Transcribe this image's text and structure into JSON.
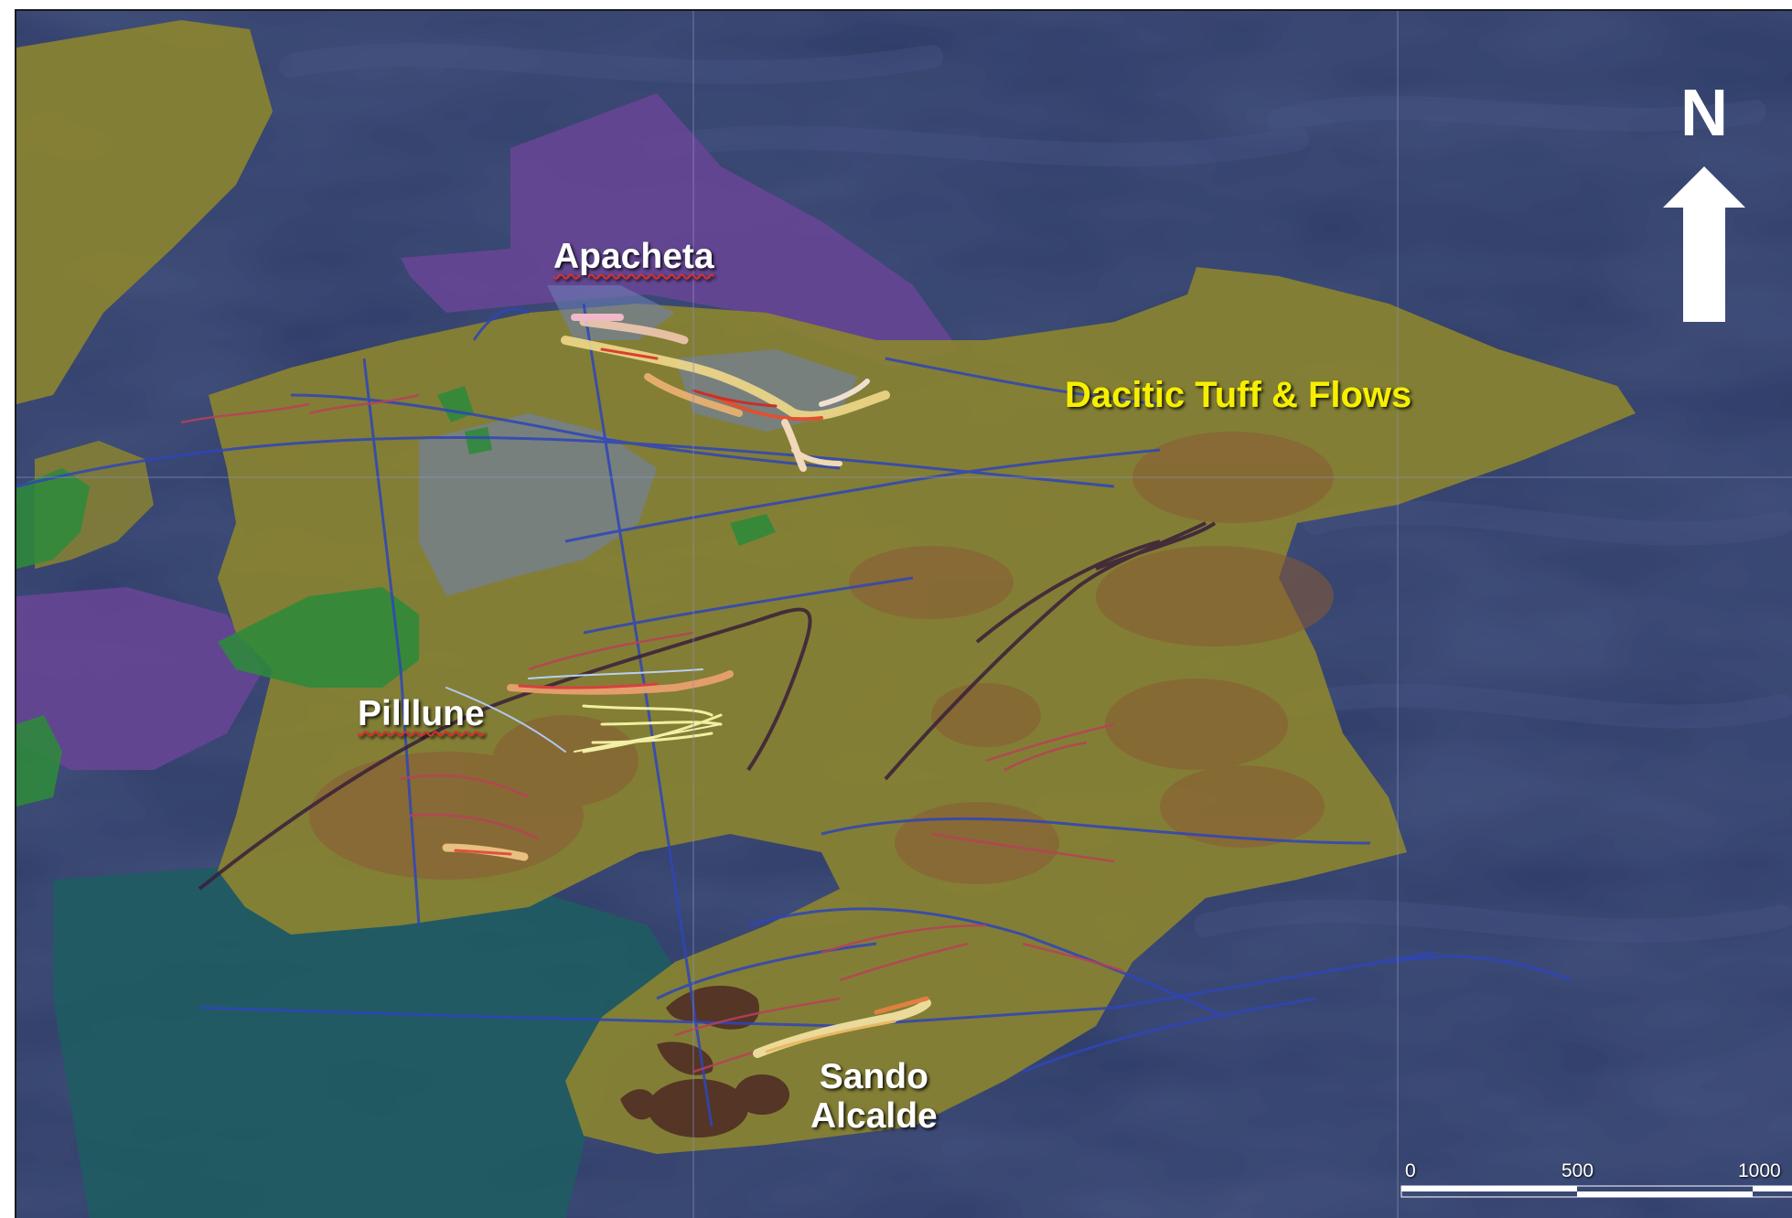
{
  "labels": {
    "apacheta": "Apacheta",
    "pilllune": "Pilllune",
    "sando_line1": "Sando",
    "sando_line2": "Alcalde",
    "dacitic": "Dacitic Tuff & Flows"
  },
  "north_arrow": {
    "letter": "N"
  },
  "scale_bar": {
    "ticks": [
      "0",
      "500",
      "1000"
    ]
  },
  "colors": {
    "background_terrain": "#2c3a66",
    "dacitic_unit": "#8a8330",
    "purple_unit": "#6a4596",
    "green_unit": "#2e8a3a",
    "teal_unit": "#1f5c62",
    "brown_alteration": "#8a5a34",
    "dacitic_label": "#f6f000",
    "fault_lines": "#2f45b8"
  }
}
